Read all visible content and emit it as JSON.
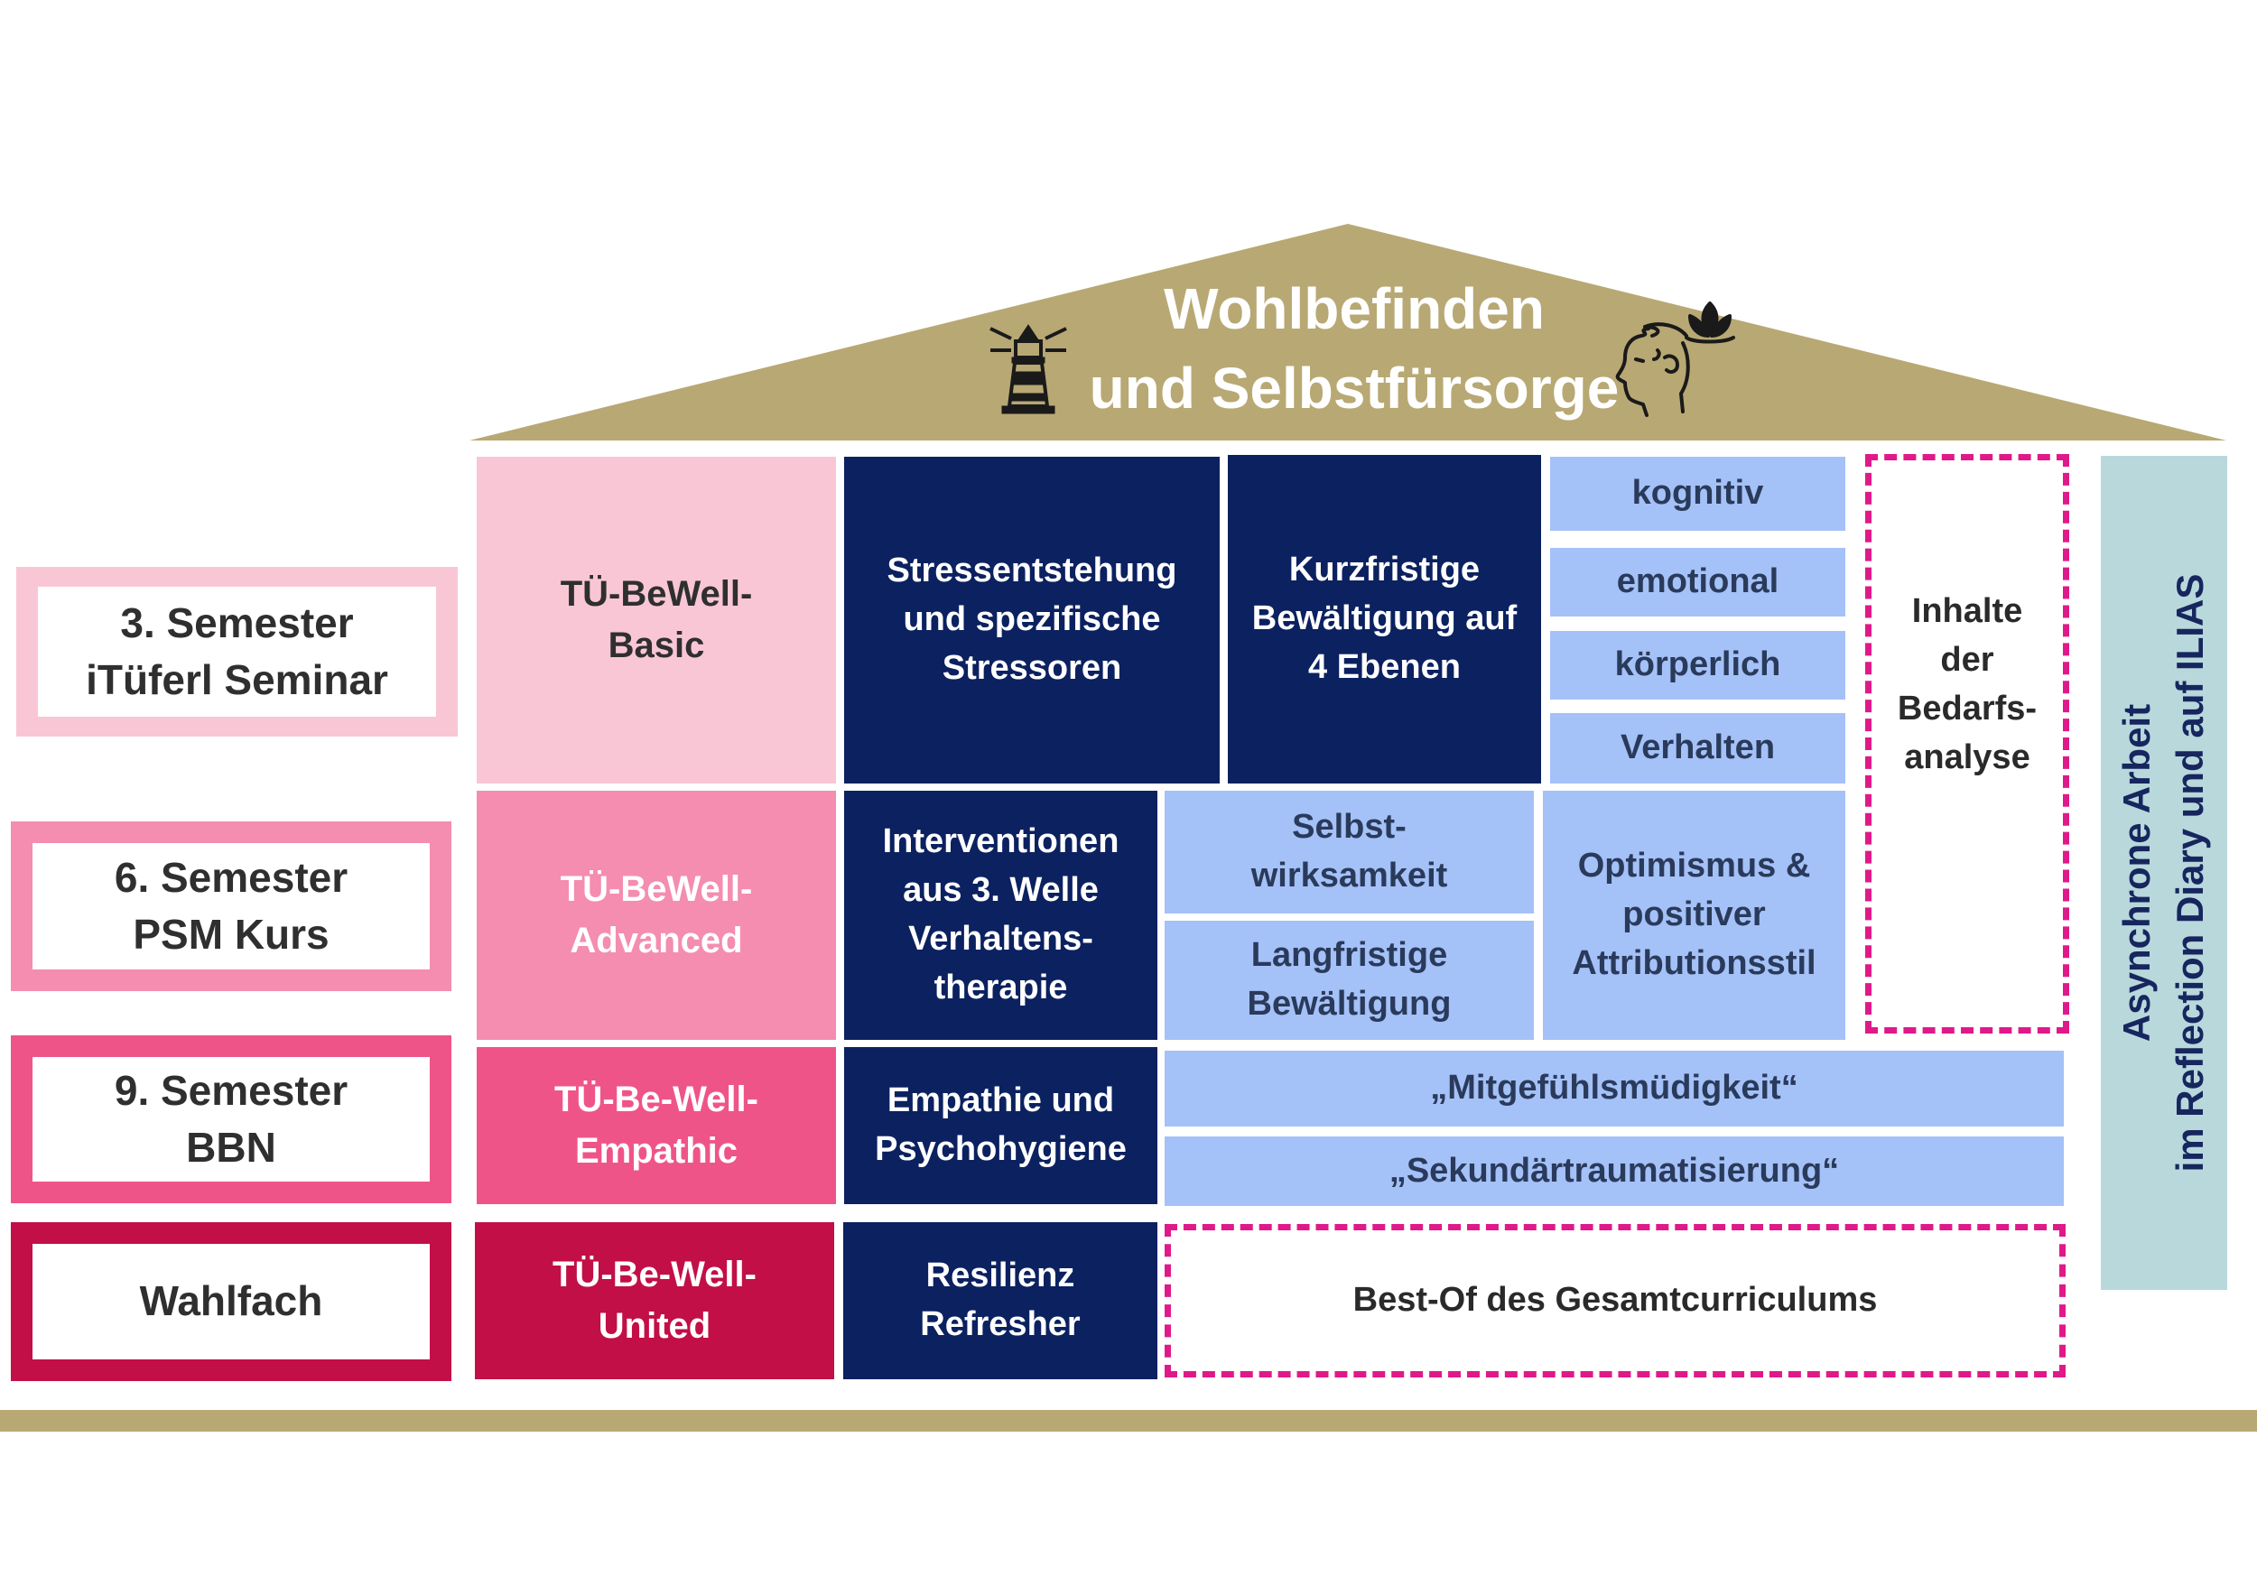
{
  "roof": {
    "title_line1": "Wohlbefinden",
    "title_line2": "und Selbstfürsorge",
    "color": "#b8a873",
    "icons": [
      "lighthouse-icon",
      "head-with-lotus-icon"
    ]
  },
  "rows": [
    {
      "label_line1": "3. Semester",
      "label_line2": "iTüferl Seminar",
      "module_line1": "TÜ-BeWell-",
      "module_line2": "Basic",
      "color": "#f9c6d6"
    },
    {
      "label_line1": "6. Semester",
      "label_line2": "PSM Kurs",
      "module_line1": "TÜ-BeWell-",
      "module_line2": "Advanced",
      "color": "#f48daf"
    },
    {
      "label_line1": "9. Semester",
      "label_line2": "BBN",
      "module_line1": "TÜ-Be-Well-",
      "module_line2": "Empathic",
      "color": "#ef5489"
    },
    {
      "label_line1": "Wahlfach",
      "label_line2": "",
      "module_line1": "TÜ-Be-Well-",
      "module_line2": "United",
      "color": "#c20f47"
    }
  ],
  "cells": {
    "stress": [
      "Stressentstehung",
      "und spezifische",
      "Stressoren"
    ],
    "kurzfristig": [
      "Kurzfristige",
      "Bewältigung auf",
      "4 Ebenen"
    ],
    "ebenen": [
      "kognitiv",
      "emotional",
      "körperlich",
      "Verhalten"
    ],
    "bedarf": [
      "Inhalte",
      "der",
      "Bedarfs-",
      "analyse"
    ],
    "interventionen": [
      "Interventionen",
      "aus 3. Welle",
      "Verhaltens-",
      "therapie"
    ],
    "selbstwirksamkeit": [
      "Selbst-",
      "wirksamkeit"
    ],
    "langfristig": [
      "Langfristige",
      "Bewältigung"
    ],
    "optimismus": [
      "Optimismus &",
      "positiver",
      "Attributionsstil"
    ],
    "empathie": [
      "Empathie und",
      "Psychohygiene"
    ],
    "mitgefuehl": "„Mitgefühlsmüdigkeit“",
    "sekundaer": "„Sekundärtraumatisierung“",
    "resilienz": [
      "Resilienz",
      "Refresher"
    ],
    "bestof": "Best-Of des Gesamtcurriculums"
  },
  "side": {
    "line1": "Asynchrone  Arbeit",
    "line2": "im Reflection Diary und auf  ILIAS"
  },
  "colors": {
    "navy": "#0b2160",
    "light_blue": "#a4c1f8",
    "magenta_dashed": "#e0198a",
    "side_panel": "#b8d8dc",
    "base": "#b8a873"
  }
}
